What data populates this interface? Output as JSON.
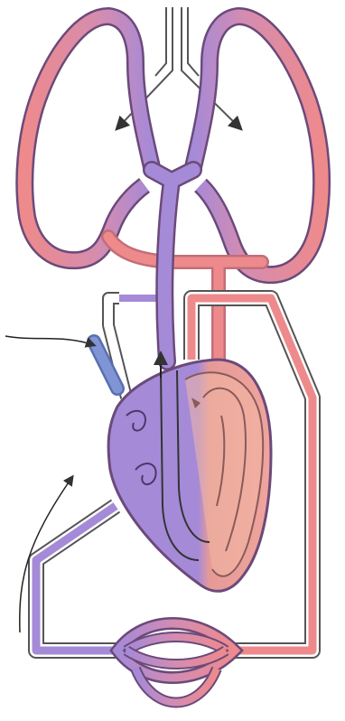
{
  "diagram": {
    "subject": "circulatory-system",
    "colors": {
      "oxygenated": "#ee8a8c",
      "deoxygenated": "#a58ad8",
      "vessel_outline": "#6b4a7a",
      "blend_mid": "#d48cb0",
      "heart_light": "#f2b8a4",
      "vena_cava_blue": "#7f95d6",
      "arrow": "#333333",
      "background": "#ffffff"
    },
    "parts": [
      "trachea",
      "left-lung",
      "right-lung",
      "pulmonary-artery",
      "pulmonary-vein",
      "heart",
      "aorta",
      "vena-cava",
      "capillary-bed"
    ]
  }
}
